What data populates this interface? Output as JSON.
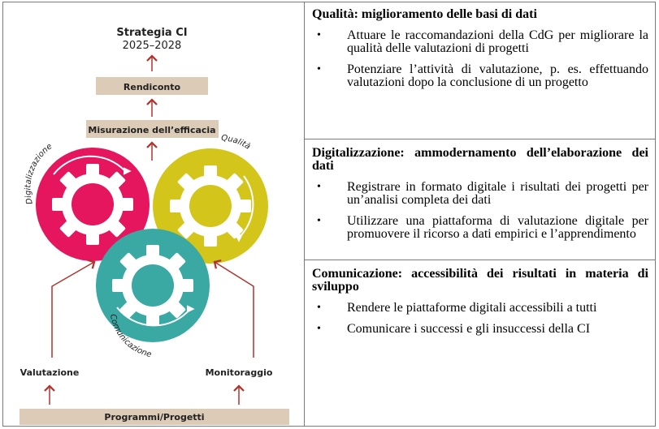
{
  "diagram": {
    "title": "Strategia CI",
    "period": "2025–2028",
    "rendiconto": "Rendiconto",
    "misurazione": "Misurazione dell’efficacia",
    "gear_digital": "Digitalizzazione",
    "gear_qualita": "Qualità",
    "gear_comunicazione": "Comunicazione",
    "valutazione": "Valutazione",
    "monitoraggio": "Monitoraggio",
    "programmi": "Programmi/Progetti",
    "colors": {
      "digital": "#e5155e",
      "qualita": "#d4c51a",
      "comunicazione": "#3aa9a4",
      "box": "#dccbb6",
      "arrow": "#b0332c"
    }
  },
  "sections": [
    {
      "heading": "Qualità: miglioramento delle basi di dati",
      "bullets": [
        "Attuare le raccomandazioni della CdG per migliorare la qualità delle valutazioni di progetti",
        "Potenziare l’attività di valutazione, p. es. effettuando valutazioni dopo la conclusione di un progetto"
      ]
    },
    {
      "heading": "Digitalizzazione: ammodernamento dell’elaborazione dei dati",
      "bullets": [
        "Registrare in formato digitale i risultati dei progetti per un’analisi completa dei dati",
        "Utilizzare una piattaforma di valutazione digitale per promuovere il ricorso a dati empirici e l’apprendimento"
      ]
    },
    {
      "heading": "Comunicazione: accessibilità dei risultati in materia di sviluppo",
      "bullets": [
        "Rendere le piattaforme digitali accessibili a tutti",
        "Comunicare i successi e gli insuccessi della CI"
      ]
    }
  ]
}
